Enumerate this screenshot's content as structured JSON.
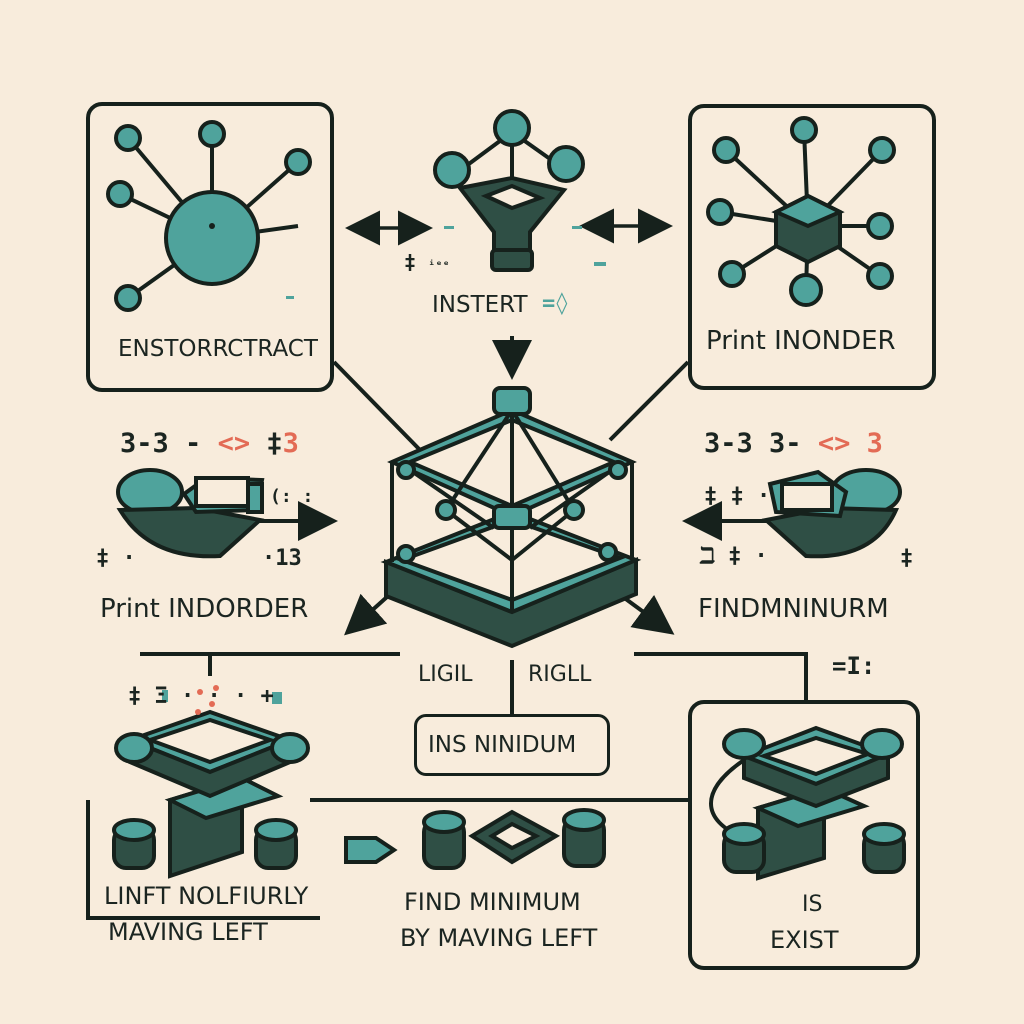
{
  "labels": {
    "top_left": "ENSTORRCTRACT",
    "top_center": "INSTERT",
    "top_right": "Print INONDER",
    "mid_left_code": "3-3",
    "mid_left_code_accent": "<>",
    "mid_left_code_tail": "3",
    "mid_left_small": "13",
    "mid_left": "Print INDORDER",
    "mid_right_code": "3-3 3-",
    "mid_right_code_accent": "<> 3",
    "mid_right": "FINDMNINURM",
    "left_word": "LIGIL",
    "right_word": "RIGLL",
    "center_button": "INS NINIDUM",
    "right_small": "=I:",
    "bottom_left_1": "LINFT NOLFIURLY",
    "bottom_left_2": "MAVING LEFT",
    "bottom_center_1": "FIND MINIMUM",
    "bottom_center_2": "BY MAVING LEFT",
    "bottom_right_1": "IS",
    "bottom_right_2": "EXIST"
  },
  "colors": {
    "background": "#f8ecdc",
    "ink": "#16211c",
    "teal": "#4fa39c",
    "dark_green": "#2f4f45",
    "accent_red": "#e36b55"
  },
  "icons": [
    "hub-sphere-icon",
    "funnel-node-icon",
    "hub-cube-icon",
    "cube-frame-icon",
    "tray-node-icon",
    "stacked-node-icon",
    "pill-node-icon"
  ]
}
